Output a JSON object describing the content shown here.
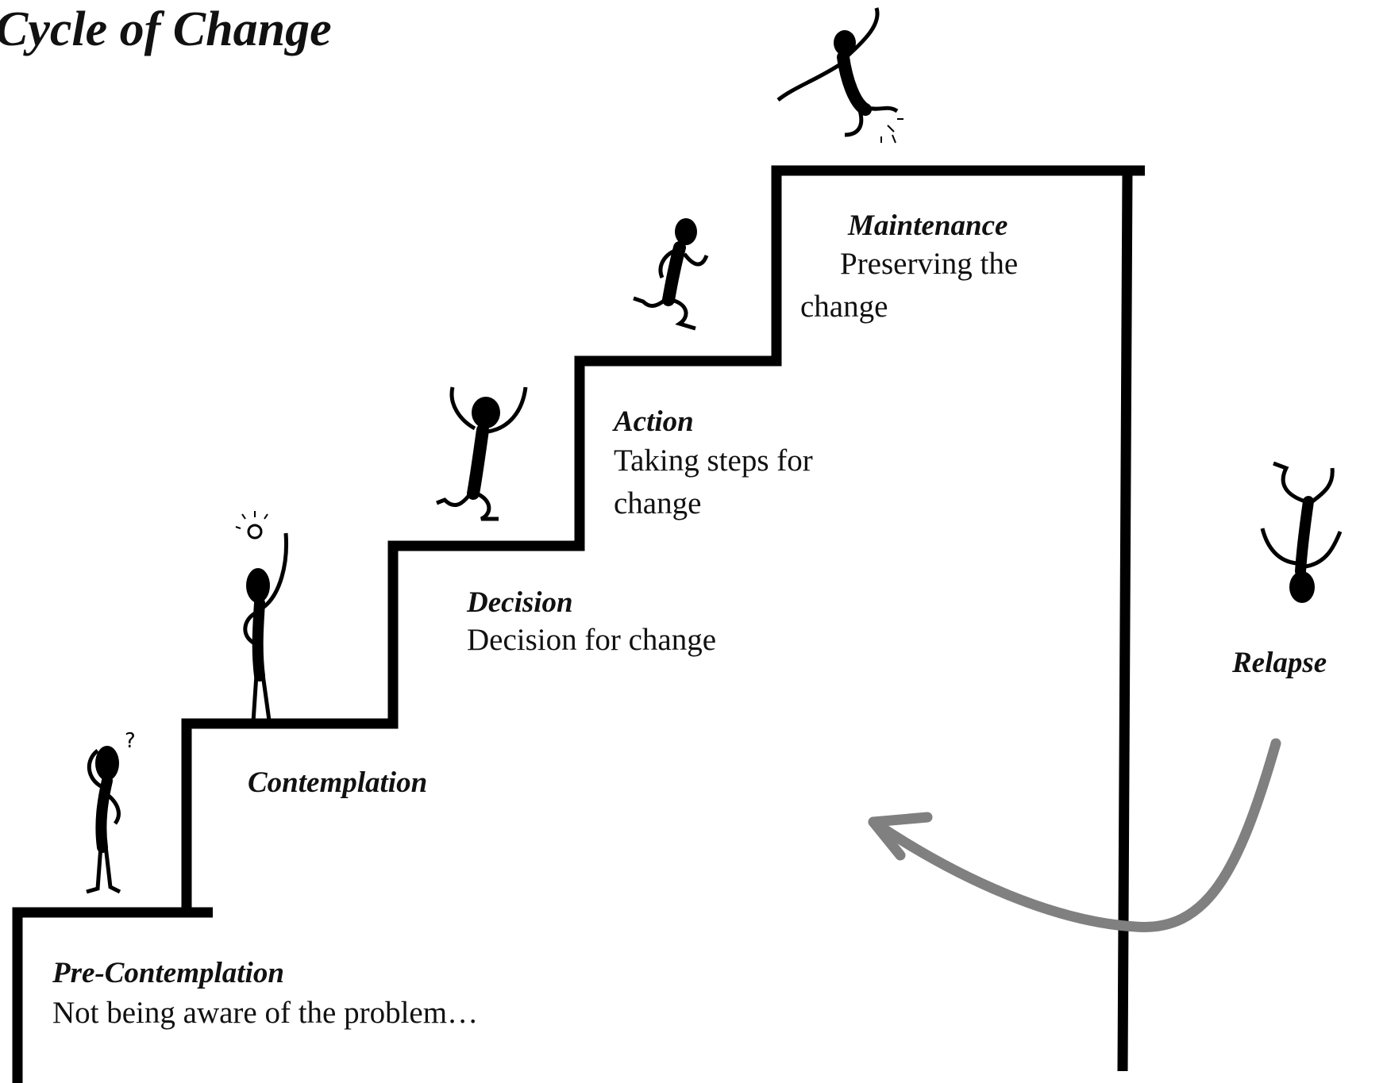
{
  "title": "Cycle of Change",
  "stages": [
    {
      "name": "Pre-Contemplation",
      "description": "Not being aware of the problem…"
    },
    {
      "name": "Contemplation",
      "description": ""
    },
    {
      "name": "Decision",
      "description": "Decision for change"
    },
    {
      "name": "Action",
      "description": "Taking steps for change"
    },
    {
      "name": "Maintenance",
      "description": "Preserving the change"
    },
    {
      "name": "Relapse",
      "description": ""
    }
  ],
  "figure_icons": [
    "thinking-figure-icon",
    "idea-figure-icon",
    "cheering-figure-icon",
    "running-figure-icon",
    "jumping-figure-icon",
    "falling-figure-icon"
  ],
  "colors": {
    "stairs": "#000000",
    "arrow": "#808080",
    "text": "#111111"
  }
}
